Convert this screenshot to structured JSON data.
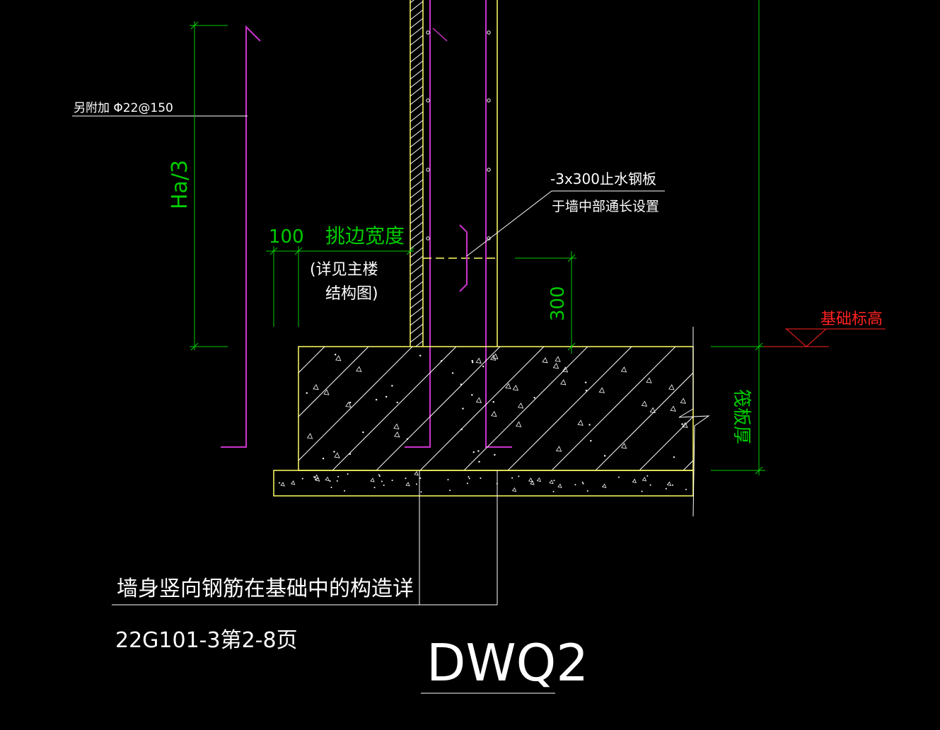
{
  "drawing": {
    "title": "DWQ2",
    "caption": "墙身竖向钢筋在基础中的构造详",
    "reference": "22G101-3第2-8页"
  },
  "annotations": {
    "extra_rebar": "另附加 Φ22@150",
    "ha_third": "Ha/3",
    "dim_100": "100",
    "overhang_width": "挑边宽度",
    "see_main_line1": "(详见主楼",
    "see_main_line2": "结构图)",
    "steel_plate": "-3x300止水钢板",
    "plate_note": "于墙中部通长设置",
    "dim_300": "300",
    "foundation_elev": "基础标高",
    "raft_thickness": "筏板厚"
  },
  "colors": {
    "background": "#000000",
    "outline": "#ffff66",
    "rebar": "#cc33cc",
    "dimension": "#00cc00",
    "text": "#ffffff",
    "elevation": "#ff2222",
    "hatch": "#ffffff"
  }
}
